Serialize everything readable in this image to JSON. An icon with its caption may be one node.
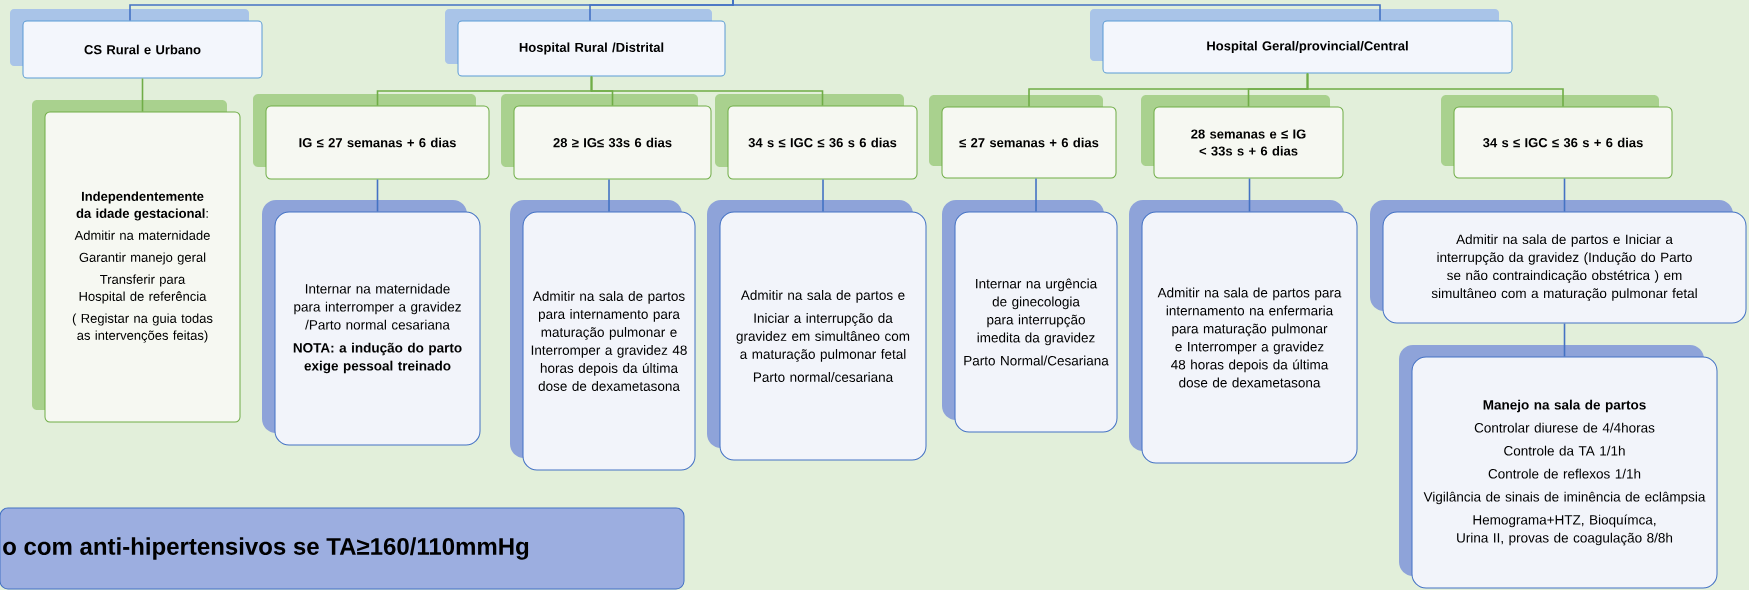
{
  "diagram": {
    "nodes": [
      {
        "text": [
          "CS Rural e Urbano"
        ]
      },
      {
        "text": [
          "Hospital Rural /Distrital"
        ]
      },
      {
        "text": [
          "Hospital Geral/provincial/Central"
        ]
      },
      {
        "text": [
          "**Independentemente da idade gestacional**:",
          "Admitir na maternidade",
          "Garantir manejo geral",
          "Transferir para Hospital de referência",
          "( Registar na guia todas as intervenções feitas)"
        ]
      },
      {
        "text": [
          "IG ≤ 27 semanas + 6 dias"
        ]
      },
      {
        "text": [
          "28 ≥ IG≤ 33s 6 dias"
        ]
      },
      {
        "text": [
          "34 s  ≤ IGC ≤ 36 s 6 dias"
        ]
      },
      {
        "text": [
          "≤ 27 semanas + 6 dias"
        ]
      },
      {
        "text": [
          "28 semanas e ≤  IG < 33s s + 6 dias"
        ]
      },
      {
        "text": [
          "34 s ≤ IGC ≤ 36 s + 6 dias"
        ]
      },
      {
        "text": [
          "Internar na maternidade  para interromper a gravidez /Parto normal cesariana",
          "NOTA: a indução do parto exige pessoal treinado"
        ]
      },
      {
        "text": [
          "Admitir na sala de partos para internamento para maturação pulmonar e Interromper a gravidez 48 horas depois da última dose de dexametasona"
        ]
      },
      {
        "text": [
          "Admitir na sala de partos e",
          "Iniciar a interrupção da gravidez em simultâneo com a maturação pulmonar fetal",
          "Parto normal/cesariana"
        ]
      },
      {
        "text": [
          "Internar na urgência de ginecologia  para interrupção imedita da gravidez",
          "Parto Normal/Cesariana"
        ]
      },
      {
        "text": [
          "Admitir na sala de partos para internamento na enfermaria para maturação pulmonar e Interromper a gravidez 48 horas depois da última dose de dexametasona"
        ]
      },
      {
        "text": [
          "Admitir na sala de partos e Iniciar a interrupção da gravidez (Indução do Parto se não contraindicação obstétrica ) em simultâneo com a maturação pulmonar fetal"
        ]
      },
      {
        "text": [
          "Manejo na sala de partos",
          "Controlar diurese de 4/4horas",
          "Controle da TA 1/1h",
          "Controle de reflexos 1/1h",
          "Vigilância de sinais de iminência de eclâmpsia",
          "Hemograma+HTZ, Bioquímca, Urina II, provas de coagulação 8/8h"
        ]
      },
      {
        "text": [
          "o com anti-hipertensivos se TA≥160/110mmHg"
        ]
      }
    ],
    "edges": [
      {
        "from": null,
        "to": 0,
        "arrow": "none"
      },
      {
        "from": null,
        "to": 1,
        "arrow": "none"
      },
      {
        "from": null,
        "to": 2,
        "arrow": "none"
      },
      {
        "from": 0,
        "to": 3,
        "arrow": "none",
        "color": "#70ad47"
      },
      {
        "from": 1,
        "to": 4,
        "arrow": "none",
        "color": "#70ad47"
      },
      {
        "from": 1,
        "to": 5,
        "arrow": "none",
        "color": "#70ad47"
      },
      {
        "from": 1,
        "to": 6,
        "arrow": "none",
        "color": "#70ad47"
      },
      {
        "from": 2,
        "to": 7,
        "arrow": "none",
        "color": "#70ad47"
      },
      {
        "from": 2,
        "to": 8,
        "arrow": "none",
        "color": "#70ad47"
      },
      {
        "from": 2,
        "to": 9,
        "arrow": "none",
        "color": "#70ad47"
      },
      {
        "from": 4,
        "to": 10,
        "arrow": "none"
      },
      {
        "from": 5,
        "to": 11,
        "arrow": "none"
      },
      {
        "from": 6,
        "to": 12,
        "arrow": "none"
      },
      {
        "from": 7,
        "to": 13,
        "arrow": "none"
      },
      {
        "from": 8,
        "to": 14,
        "arrow": "none"
      },
      {
        "from": 9,
        "to": 15,
        "arrow": "none"
      },
      {
        "from": 15,
        "to": 16,
        "arrow": "none"
      }
    ]
  }
}
